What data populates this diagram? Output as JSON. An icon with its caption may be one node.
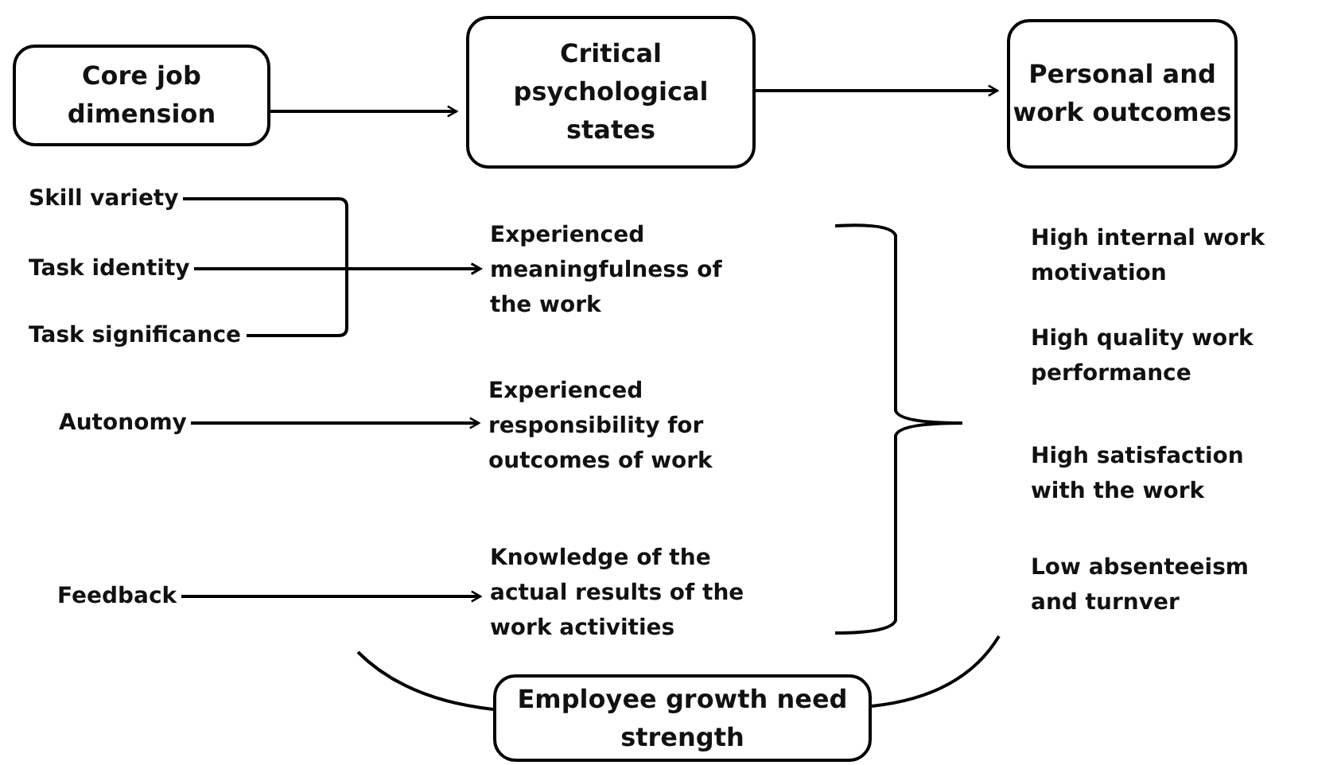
{
  "diagram": {
    "nodes": [
      {
        "text": [
          "Core job dimension"
        ]
      },
      {
        "text": [
          "Critical psychological states"
        ]
      },
      {
        "text": [
          "Personal and work outcomes"
        ]
      },
      {
        "text": [
          "Skill variety"
        ]
      },
      {
        "text": [
          "Task identity"
        ]
      },
      {
        "text": [
          "Task significance"
        ]
      },
      {
        "text": [
          "Experienced meaningfulness of the work"
        ]
      },
      {
        "text": [
          "Autonomy"
        ]
      },
      {
        "text": [
          "Experienced responsibility for outcomes of work"
        ]
      },
      {
        "text": [
          "Feedback"
        ]
      },
      {
        "text": [
          "Knowledge of the actual results of the work activities"
        ]
      },
      {
        "text": [
          "High internal work motivation"
        ]
      },
      {
        "text": [
          "High quality work performance"
        ]
      },
      {
        "text": [
          "High satisfaction with the work"
        ]
      },
      {
        "text": [
          "Low absenteeism and turnver"
        ]
      },
      {
        "text": [
          "Employee growth need strength"
        ]
      }
    ],
    "edges": [
      {
        "from": 0,
        "to": 1,
        "arrow": "to"
      },
      {
        "from": 1,
        "to": 2,
        "arrow": "to"
      },
      {
        "from": 3,
        "to": 6,
        "arrow": "to"
      },
      {
        "from": 4,
        "to": 6,
        "arrow": "to"
      },
      {
        "from": 5,
        "to": 6,
        "arrow": "to"
      },
      {
        "from": 7,
        "to": 8,
        "arrow": "to"
      },
      {
        "from": 9,
        "to": 10,
        "arrow": "to"
      },
      {
        "from": null,
        "to": 15,
        "arrow": "none"
      },
      {
        "from": 15,
        "to": null,
        "arrow": "none"
      }
    ]
  }
}
